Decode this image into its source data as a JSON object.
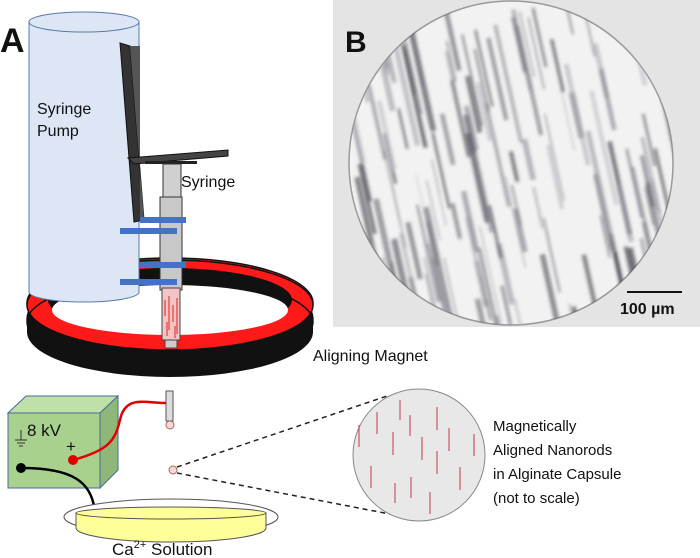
{
  "panels": {
    "a": {
      "letter": "A",
      "labels": {
        "syringe_pump_line1": "Syringe",
        "syringe_pump_line2": "Pump",
        "syringe": "Syringe",
        "aligning_magnet": "Aligning Magnet",
        "voltage": "8 kV",
        "plus": "+",
        "solution_prefix": "Ca",
        "solution_sup": "2+",
        "solution_suffix": " Solution",
        "inset_line1": "Magnetically",
        "inset_line2": "Aligned Nanorods",
        "inset_line3": "in Alginate Capsule",
        "inset_line4": "(not to scale)"
      },
      "colors": {
        "pump": "#dce6f5",
        "magnet_red": "#ff1a1a",
        "magnet_black": "#111111",
        "clamp_blue": "#4472c4",
        "power_supply": "#a9d18e",
        "solution": "#ffff99",
        "wire_positive": "#e00000",
        "wire_ground": "#000000"
      }
    },
    "b": {
      "letter": "B",
      "scale_bar": "100 µm"
    }
  }
}
